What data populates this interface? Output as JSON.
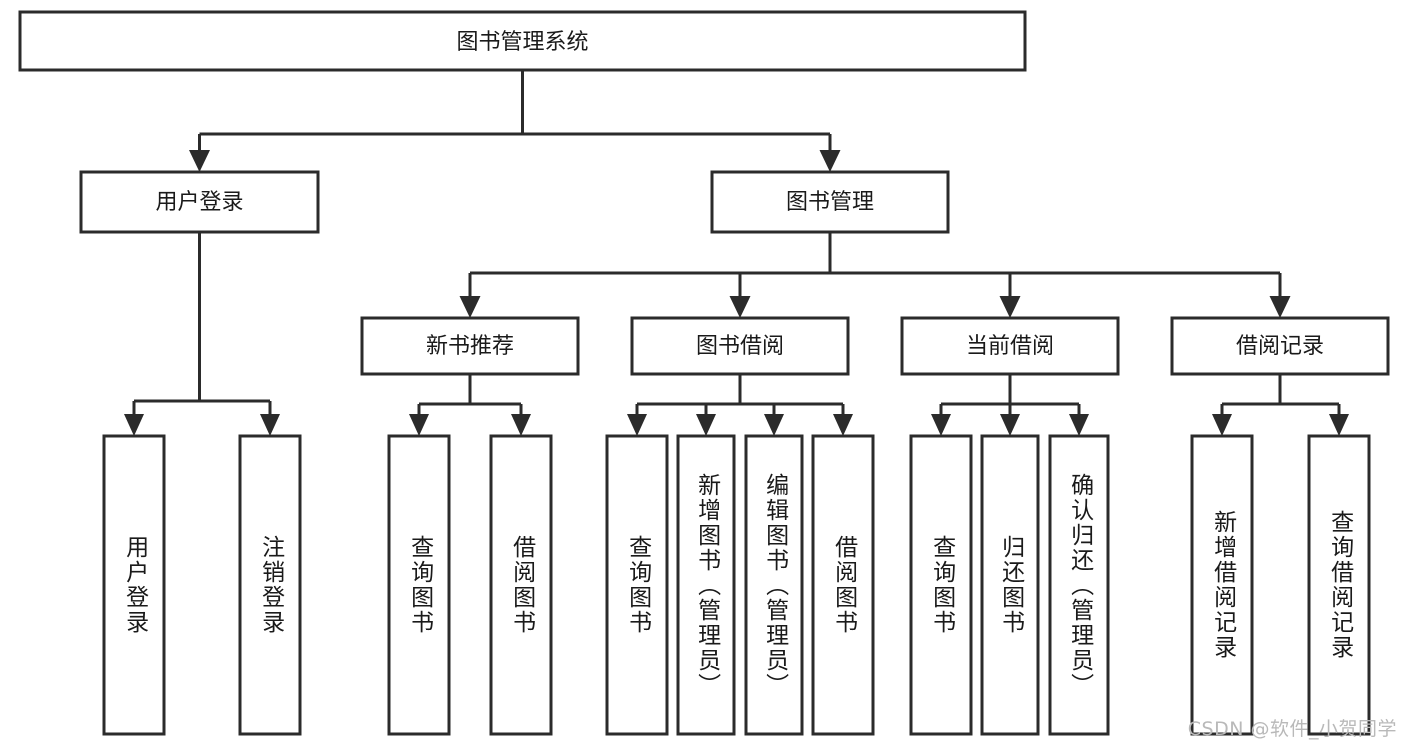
{
  "diagram": {
    "type": "tree",
    "title": "图书管理系统",
    "orientation": "top-down",
    "colors": {
      "box_stroke": "#2b2b2b",
      "box_fill": "#ffffff",
      "connector": "#2b2b2b",
      "text": "#1a1a1a",
      "watermark": "#b9b9b9",
      "background": "#ffffff"
    },
    "root": {
      "label": "图书管理系统"
    },
    "level2": [
      {
        "id": "user-login",
        "label": "用户登录"
      },
      {
        "id": "book-manage",
        "label": "图书管理"
      }
    ],
    "level3": [
      {
        "id": "new-book-recommend",
        "label": "新书推荐",
        "parent": "book-manage"
      },
      {
        "id": "book-borrow",
        "label": "图书借阅",
        "parent": "book-manage"
      },
      {
        "id": "current-borrow",
        "label": "当前借阅",
        "parent": "book-manage"
      },
      {
        "id": "borrow-record",
        "label": "借阅记录",
        "parent": "book-manage"
      }
    ],
    "leaves": {
      "user-login": [
        {
          "id": "leaf-user-login",
          "label": "用户登录"
        },
        {
          "id": "leaf-logout",
          "label": "注销登录"
        }
      ],
      "new-book-recommend": [
        {
          "id": "leaf-query-book-1",
          "label": "查询图书"
        },
        {
          "id": "leaf-borrow-book-1",
          "label": "借阅图书"
        }
      ],
      "book-borrow": [
        {
          "id": "leaf-query-book-2",
          "label": "查询图书"
        },
        {
          "id": "leaf-add-book",
          "label": "新增图书（管理员）"
        },
        {
          "id": "leaf-edit-book",
          "label": "编辑图书（管理员）"
        },
        {
          "id": "leaf-borrow-book-2",
          "label": "借阅图书"
        }
      ],
      "current-borrow": [
        {
          "id": "leaf-query-book-3",
          "label": "查询图书"
        },
        {
          "id": "leaf-return-book",
          "label": "归还图书"
        },
        {
          "id": "leaf-confirm-return",
          "label": "确认归还（管理员）"
        }
      ],
      "borrow-record": [
        {
          "id": "leaf-add-record",
          "label": "新增借阅记录"
        },
        {
          "id": "leaf-query-record",
          "label": "查询借阅记录"
        }
      ]
    }
  },
  "watermark": {
    "text": "CSDN @软件_小贺同学"
  }
}
